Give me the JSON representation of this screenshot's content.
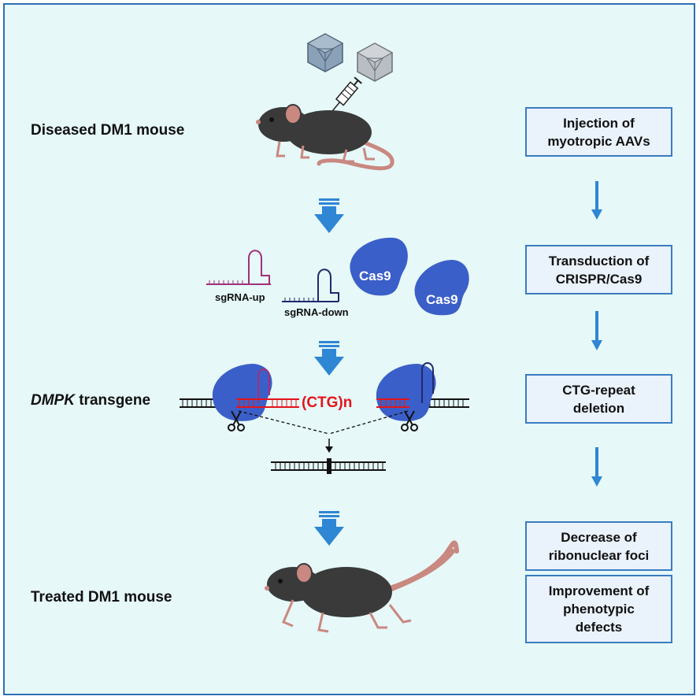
{
  "labels": {
    "diseased_mouse": "Diseased DM1 mouse",
    "treated_mouse": "Treated DM1 mouse",
    "transgene_gene": "DMPK",
    "transgene_suffix": " transgene",
    "sgrna_up": "sgRNA-up",
    "sgrna_down": "sgRNA-down",
    "cas9_1": "Cas9",
    "cas9_2": "Cas9",
    "ctg_repeat": "(CTG)n"
  },
  "steps": [
    {
      "lines": [
        "Injection of",
        "myotropic AAVs"
      ]
    },
    {
      "lines": [
        "Transduction of",
        "CRISPR/Cas9"
      ]
    },
    {
      "lines": [
        "CTG-repeat",
        "deletion"
      ]
    },
    {
      "lines": [
        "Decrease of",
        "ribonuclear foci"
      ]
    },
    {
      "lines": [
        "Improvement of",
        "phenotypic",
        "defects"
      ]
    }
  ],
  "colors": {
    "background": "#e6f8f8",
    "border": "#2f6fb5",
    "arrow": "#2e86d4",
    "cas9": "#3b5fc8",
    "repeat": "#e4141b",
    "sgrna_up": "#a0307a",
    "sgrna_down": "#1f2a6b",
    "mouse": "#3a3a3a",
    "tail": "#c98880"
  }
}
